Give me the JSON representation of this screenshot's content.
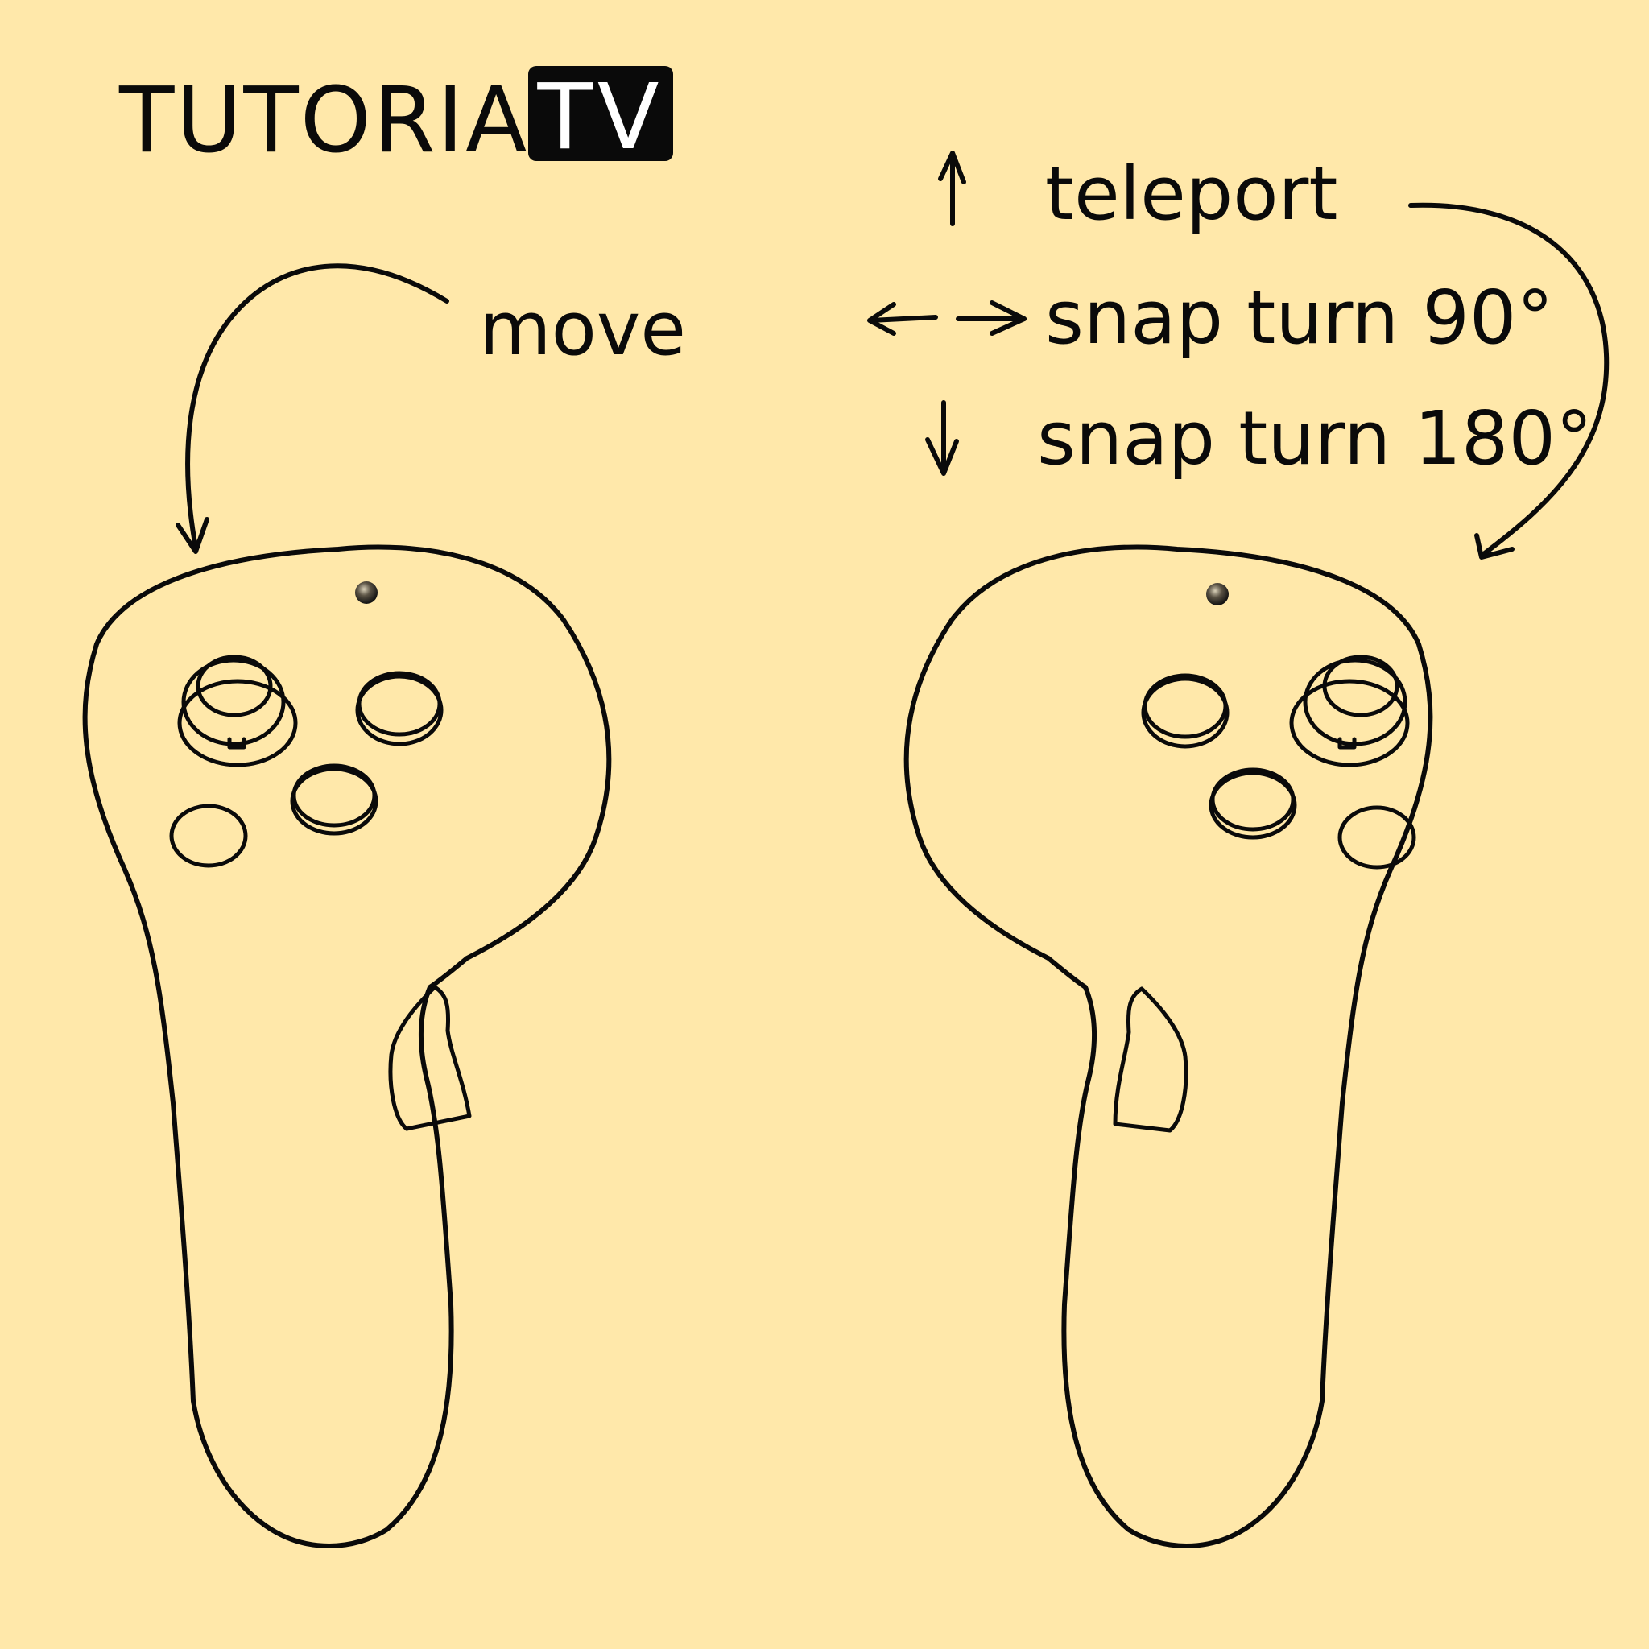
{
  "logo": {
    "word": "TUTORIAL",
    "badge": "TV"
  },
  "labels": {
    "move": "move",
    "teleport": "teleport",
    "snap90": "snap turn 90°",
    "snap180": "snap turn 180°"
  },
  "colors": {
    "background": "#FFE8AA",
    "ink": "#0a0a0a",
    "badge_bg": "#0a0a0a",
    "badge_text": "#ffffff"
  },
  "icons": [
    "arrow-up-icon",
    "arrow-left-right-icon",
    "arrow-down-icon"
  ]
}
